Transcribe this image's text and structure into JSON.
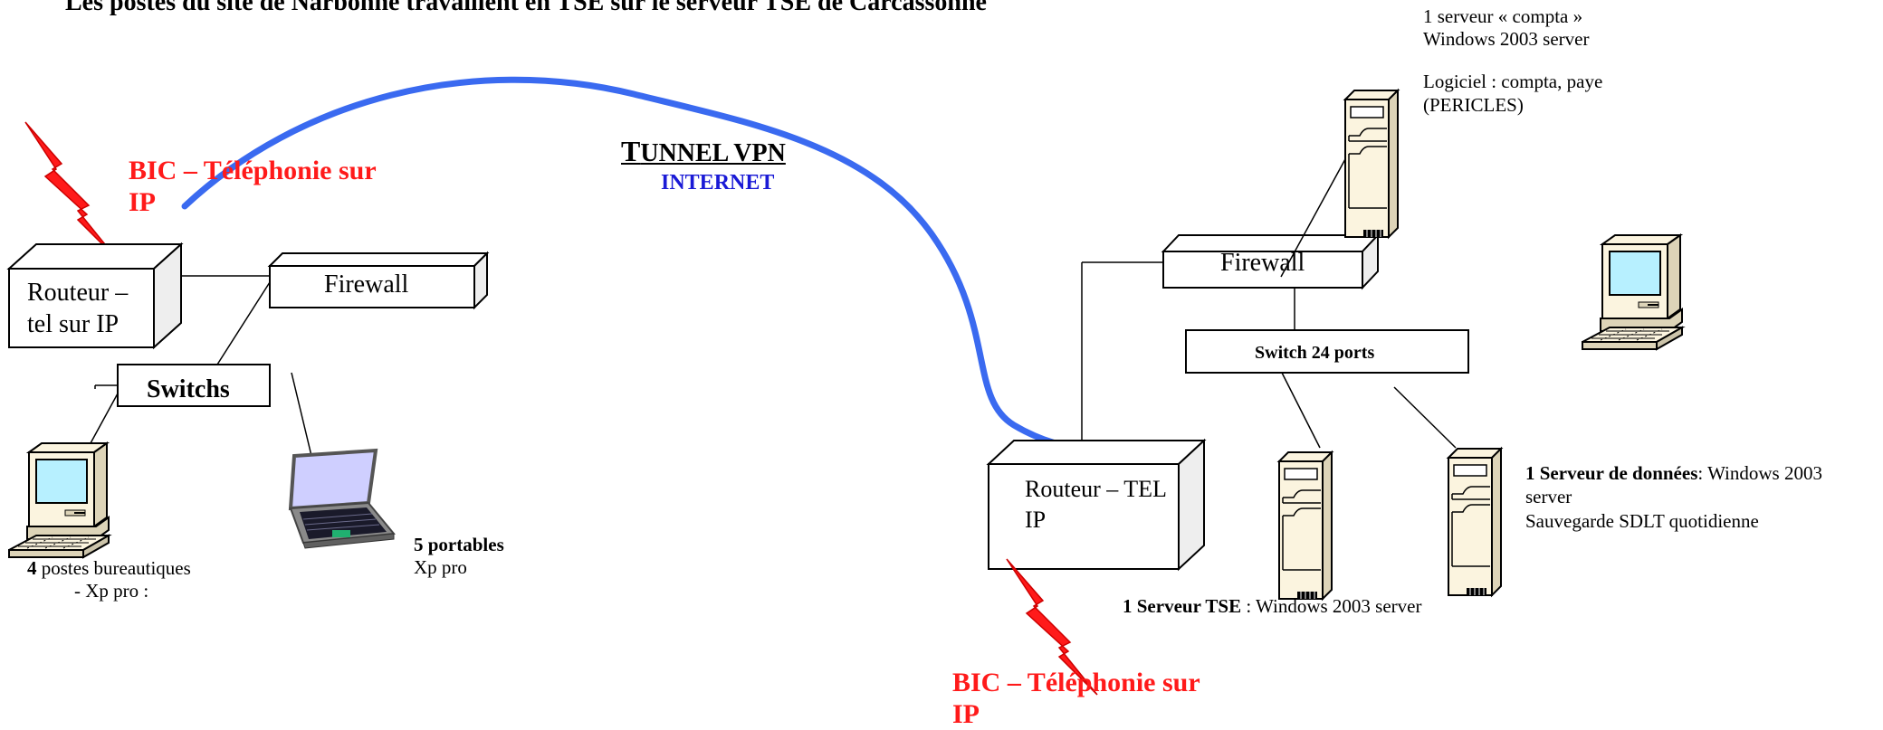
{
  "title": "Les postes du site de Narbonne travaillent en TSE sur le serveur TSE de Carcassonne",
  "left_site": {
    "bic_line1": "BIC – Téléphonie sur",
    "bic_line2": "IP",
    "router_line1": "Routeur –",
    "router_line2": "tel sur IP",
    "firewall": "Firewall",
    "switch": "Switchs",
    "workstations": {
      "count": "4",
      "line1_rest": " postes  bureautiques",
      "line2": "-     Xp pro :"
    },
    "laptops": {
      "count_label": "5  portables",
      "os": "Xp pro"
    }
  },
  "tunnel": {
    "line1_cap": "T",
    "line1_rest": "UNNEL VPN",
    "line2": "INTERNET"
  },
  "right_site": {
    "compta_server": {
      "line1": "1 serveur «  compta »",
      "line2": "Windows 2003 server",
      "line3": "Logiciel : compta, paye",
      "line4": "(PERICLES)"
    },
    "firewall": "Firewall",
    "switch": "Switch 24 ports",
    "router_line1": "Routeur – TEL",
    "router_line2": "IP",
    "tse_server": {
      "bold": "1 Serveur  TSE",
      "rest": " : Windows 2003 server"
    },
    "data_server": {
      "bold": "1 Serveur  de données",
      "rest": ": Windows 2003",
      "line2": "server",
      "line3": "Sauvegarde SDLT quotidienne"
    },
    "bic_line1": "BIC – Téléphonie sur",
    "bic_line2": "IP"
  },
  "colors": {
    "alert_red": "#ff1a1a",
    "tunnel_blue": "#3a6af0",
    "internet_blue": "#1a1ad6",
    "screen_blue": "#b7f0ff",
    "laptop_screen": "#cfcfff",
    "server_beige": "#fbf4df"
  },
  "icons": [
    "lightning-icon",
    "desktop-computer-icon",
    "laptop-icon",
    "server-tower-icon"
  ]
}
